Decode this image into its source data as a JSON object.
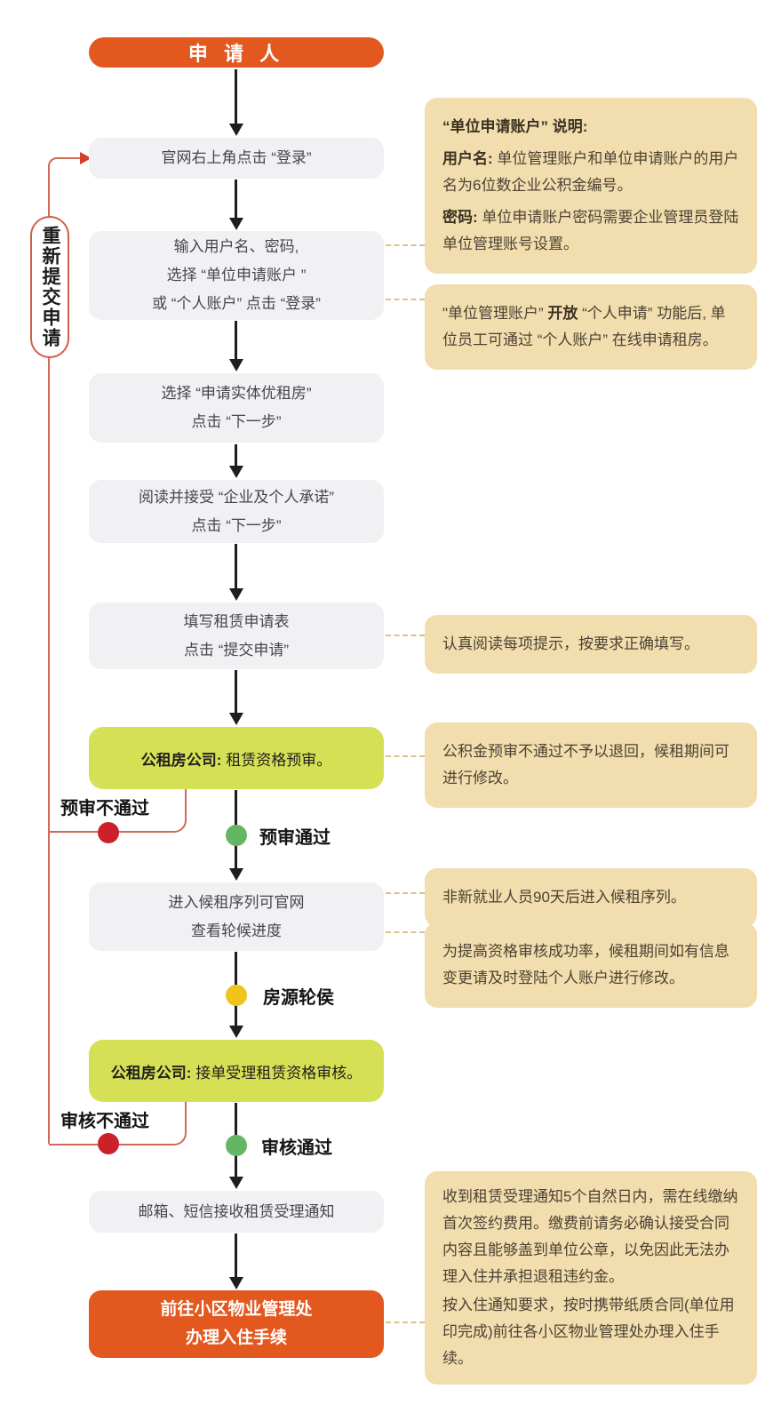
{
  "colors": {
    "accent_orange": "#e2581e",
    "step_box_bg": "#f1f1f4",
    "green_box_bg": "#d6e054",
    "note_bg": "#f2ddae",
    "red_dot": "#cc2128",
    "green_dot": "#64b664",
    "yellow_dot": "#f0c41b",
    "resubmit_line": "#d06a57",
    "arrow": "#1e1e1e"
  },
  "flow": {
    "title": "申 请 人",
    "steps": {
      "login": {
        "lines": [
          "官网右上角点击 “登录”"
        ]
      },
      "credentials": {
        "lines": [
          "输入用户名、密码,",
          "选择 “单位申请账户 ”",
          "或 “个人账户” 点击 “登录”"
        ]
      },
      "select_type": {
        "lines": [
          "选择 “申请实体优租房”",
          "点击 “下一步”"
        ]
      },
      "commitment": {
        "lines": [
          "阅读并接受 “企业及个人承诺”",
          "点击 “下一步”"
        ]
      },
      "form": {
        "lines": [
          "填写租赁申请表",
          "点击 “提交申请”"
        ]
      },
      "queue": {
        "lines": [
          "进入候租序列可官网",
          "查看轮候进度"
        ]
      },
      "notice": {
        "lines": [
          "邮箱、短信接收租赁受理通知"
        ]
      }
    },
    "green1": {
      "label": "公租房公司:",
      "text": " 租赁资格预审。"
    },
    "green2": {
      "label": "公租房公司:",
      "text": " 接单受理租赁资格审核。"
    },
    "final": {
      "lines": [
        "前往小区物业管理处",
        "办理入住手续"
      ]
    },
    "branch1_fail": "预审不通过",
    "branch1_pass": "预审通过",
    "branch2_fail": "审核不通过",
    "bran2_pass_unused": "",
    "branch2_pass": "审核通过",
    "waiting": "房源轮侯",
    "resubmit": "重新提交申请"
  },
  "notes": {
    "a1": {
      "title": "“单位申请账户” 说明:",
      "p1_label": "用户名:",
      "p1_text": " 单位管理账户和单位申请账户的用户名为6位数企业公积金编号。",
      "p2_label": "密码:",
      "p2_text": " 单位申请账户密码需要企业管理员登陆单位管理账号设置。"
    },
    "a2": {
      "pre": "\"单位管理账户” ",
      "bold": "开放",
      "post": " “个人申请” 功能后, 单位员工可通过 “个人账户” 在线申请租房。"
    },
    "a3": {
      "text": "认真阅读每项提示，按要求正确填写。"
    },
    "a4": {
      "text": "公积金预审不通过不予以退回，候租期间可进行修改。"
    },
    "a5": {
      "text": "非新就业人员90天后进入候租序列。"
    },
    "a6": {
      "text": "为提高资格审核成功率，候租期间如有信息变更请及时登陆个人账户进行修改。"
    },
    "a7": {
      "p1": "收到租赁受理通知5个自然日内，需在线缴纳首次签约费用。缴费前请务必确认接受合同内容且能够盖到单位公章，以免因此无法办理入住并承担退租违约金。",
      "p2": "按入住通知要求，按时携带纸质合同(单位用印完成)前往各小区物业管理处办理入住手续。"
    }
  }
}
